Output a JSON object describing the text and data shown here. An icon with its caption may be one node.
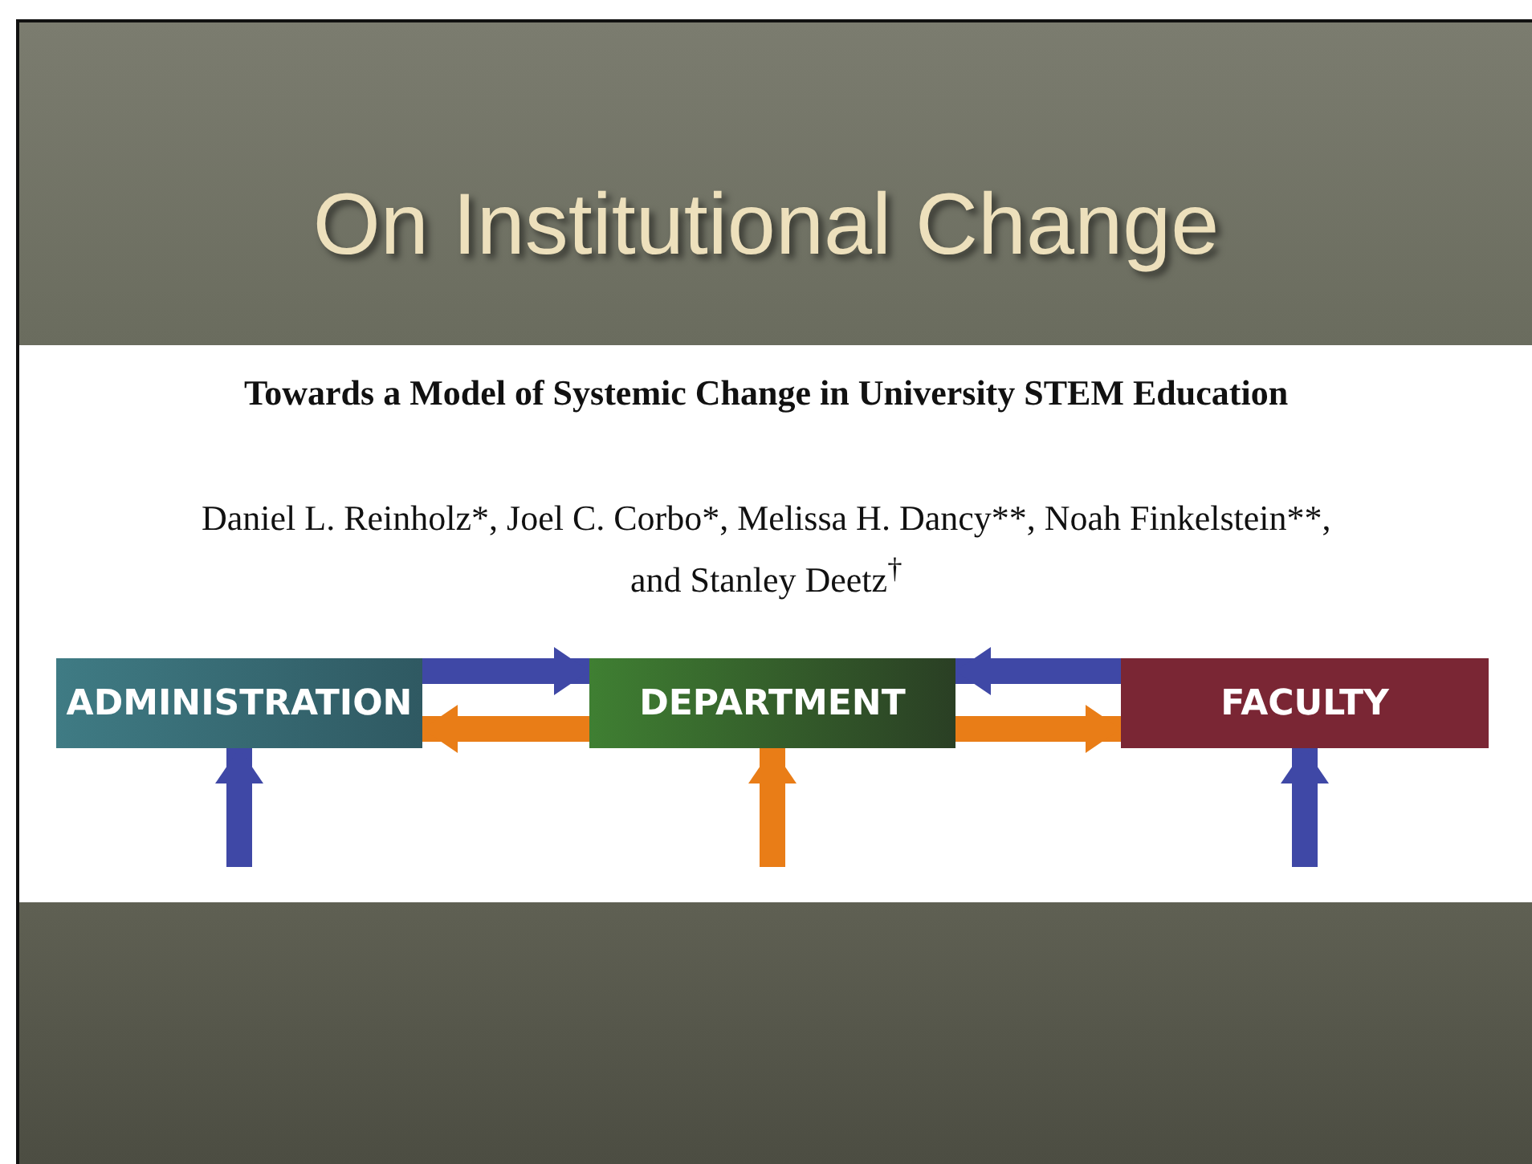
{
  "diagram": {
    "title": "On Institutional Change",
    "nodes": [
      {
        "text": [
          "ADMINISTRATION"
        ]
      },
      {
        "text": [
          "DEPARTMENT"
        ]
      },
      {
        "text": [
          "FACULTY"
        ]
      }
    ],
    "edges": [
      {
        "from": 0,
        "to": 1,
        "arrow": "to"
      },
      {
        "from": 1,
        "to": 0,
        "arrow": "to",
        "color": "#e97d17"
      },
      {
        "from": 2,
        "to": 1,
        "arrow": "to"
      },
      {
        "from": 1,
        "to": 2,
        "arrow": "to",
        "color": "#e97d17"
      },
      {
        "from": null,
        "to": 0,
        "arrow": "to"
      },
      {
        "from": null,
        "to": 1,
        "arrow": "to",
        "color": "#e97d17"
      },
      {
        "from": null,
        "to": 2,
        "arrow": "to"
      }
    ],
    "labels": [
      "Towards a Model of Systemic Change in University STEM Education",
      "Daniel L. Reinholz*, Joel C. Corbo*, Melissa H. Dancy**, Noah Finkelstein**,",
      "and Stanley Deetz$^{†}$"
    ]
  }
}
